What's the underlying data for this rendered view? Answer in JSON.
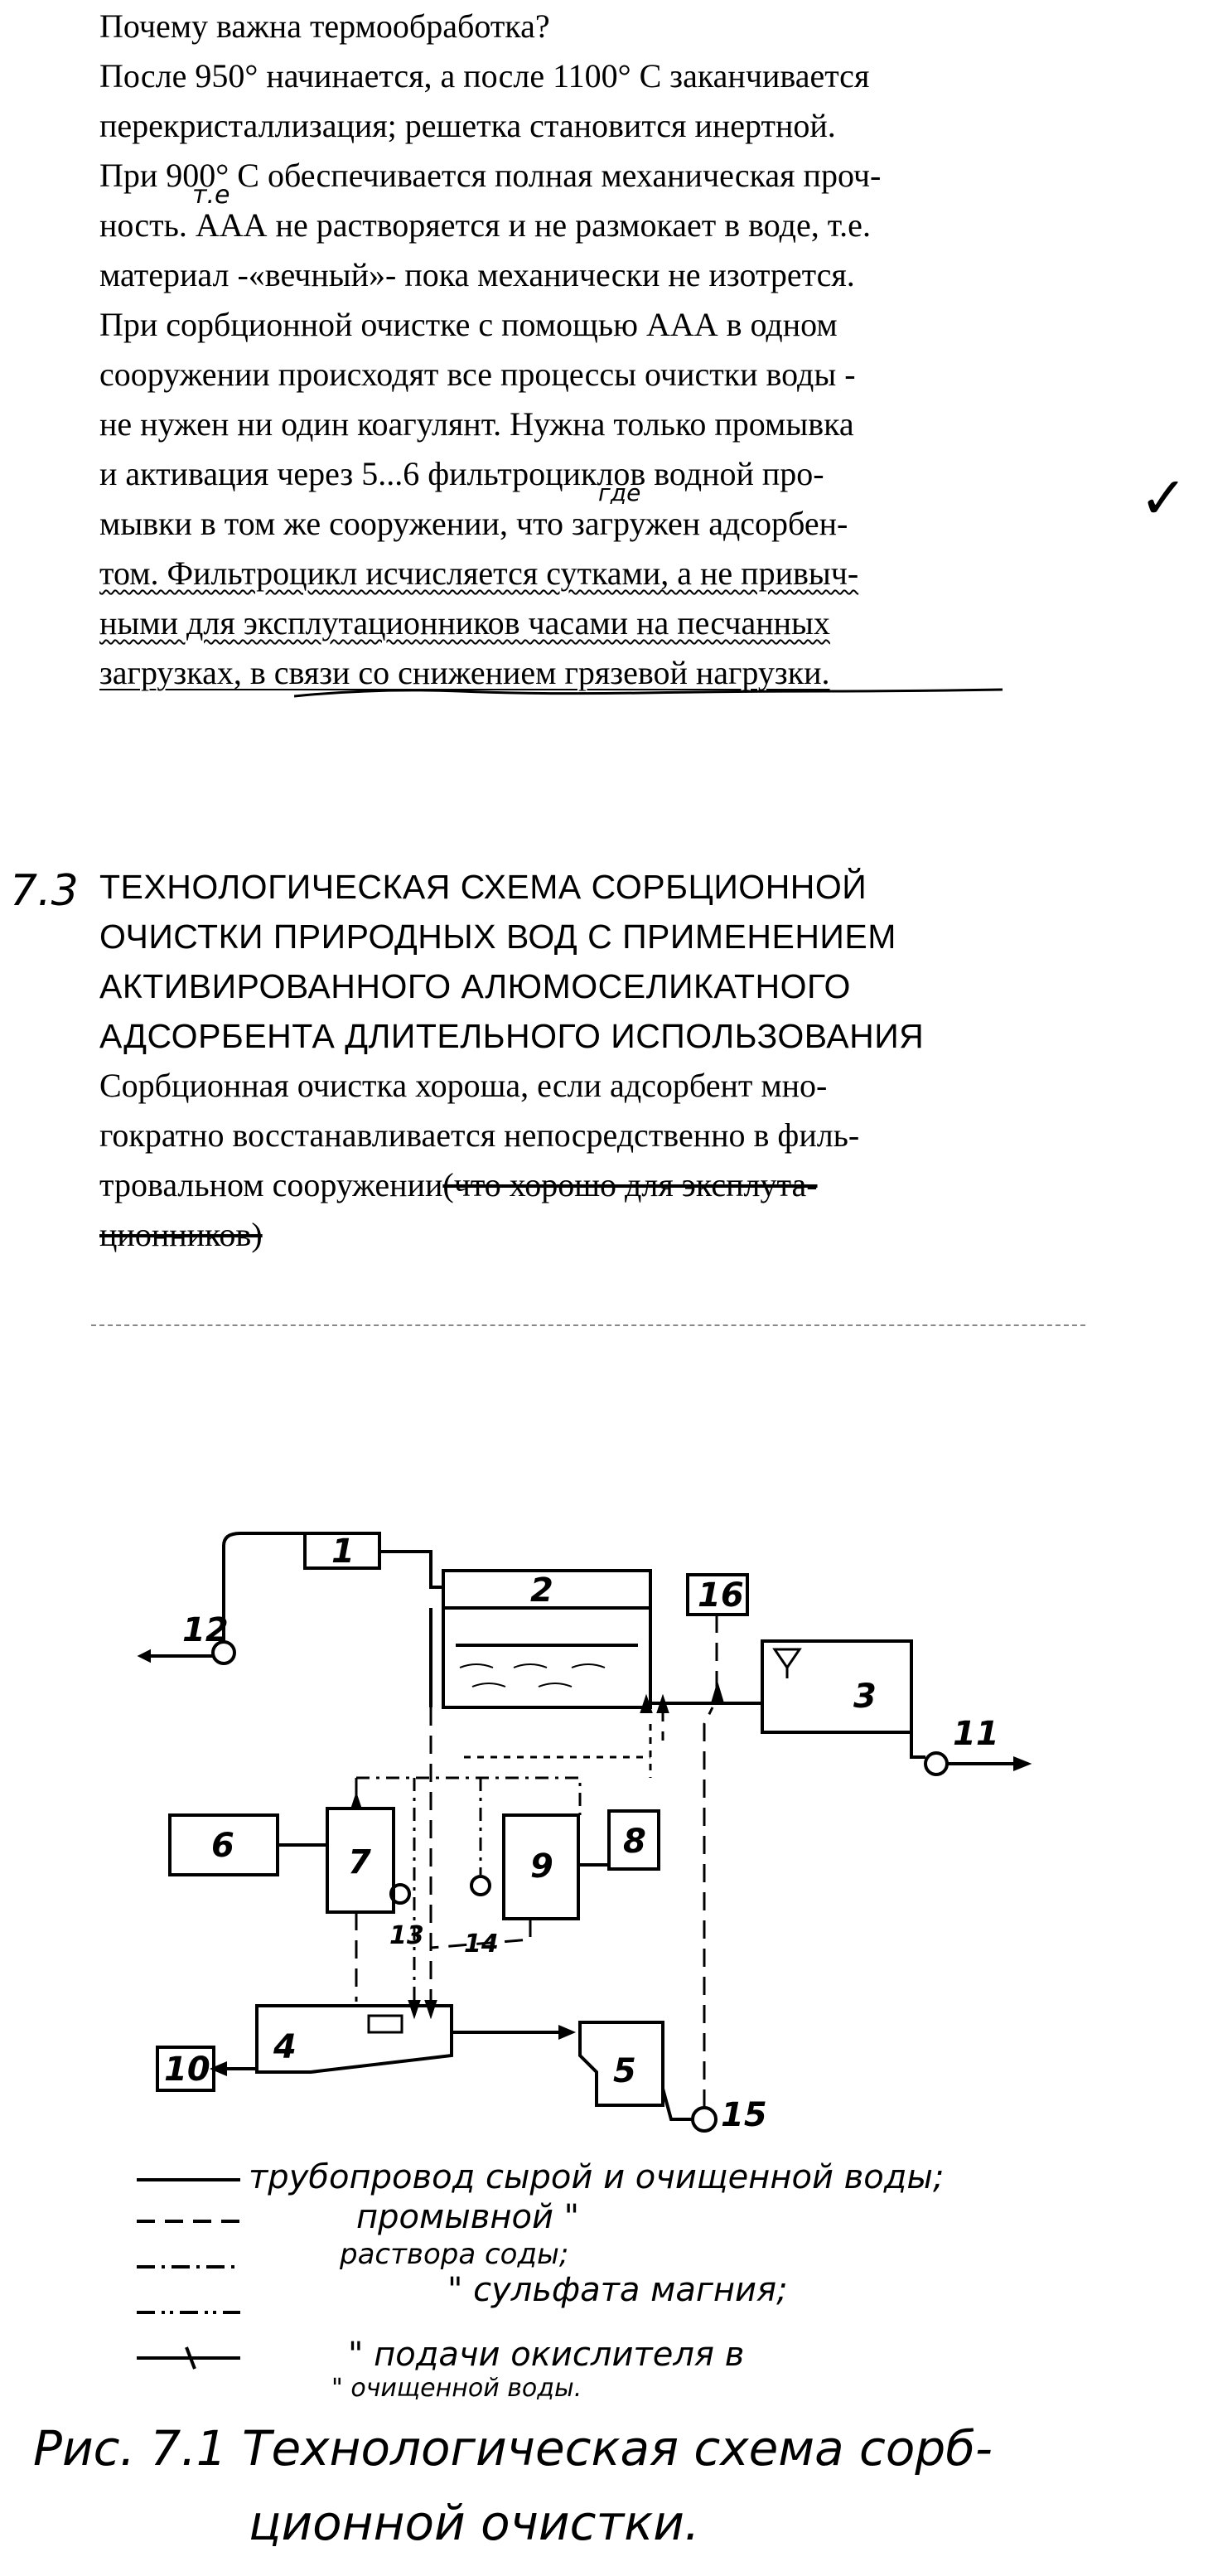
{
  "top_text": {
    "lines": [
      "Почему важна термообработка?",
      "После 950° начинается, а после 1100° С заканчивается",
      "перекристаллизация; решетка становится инертной.",
      "При 900° С обеспечивается полная механическая проч-",
      "ность. ААА не растворяется и не размокает в воде, т.е.",
      "материал -«вечный»- пока механически не изотрется.",
      "При сорбционной очистке с помощью ААА в одном",
      "сооружении происходят все процессы очистки воды -",
      "не нужен ни один коагулянт. Нужна только промывка",
      "и активация через 5...6 фильтроциклов водной про-",
      "мывки в том же сооружении, что загружен адсорбен-",
      "том. Фильтроцикл исчисляется сутками, а не привыч-",
      "ными для эксплутационников часами на песчанных",
      "загрузках, в связи со снижением грязевой нагрузки."
    ],
    "annotation_te": "т.е",
    "annotation_kuda": "где",
    "margin_mark": "✓"
  },
  "section": {
    "number": "7.3",
    "heading_lines": [
      "ТЕХНОЛОГИЧЕСКАЯ СХЕМА  СОРБЦИОННОЙ",
      "ОЧИСТКИ ПРИРОДНЫХ ВОД С ПРИМЕНЕНИЕМ",
      "АКТИВИРОВАННОГО  АЛЮМОСЕЛИКАТНОГО",
      "АДСОРБЕНТА ДЛИТЕЛЬНОГО ИСПОЛЬЗОВАНИЯ"
    ],
    "body_lines": [
      "   Сорбционная очистка хороша, если адсорбент мно-",
      "гократно восстанавливается непосредственно в филь-",
      "тровальном сооружении"
    ],
    "struck_1": "(что хорошо для эксплута-",
    "struck_2": "ционников)"
  },
  "diagram": {
    "labels": [
      "1",
      "2",
      "3",
      "4",
      "5",
      "6",
      "7",
      "8",
      "9",
      "10",
      "11",
      "12",
      "13",
      "14",
      "15",
      "16"
    ]
  },
  "legend": [
    "трубопровод сырой и очищенной воды;",
    "промывной     \"",
    "раствора соды;",
    "\"   сульфата магния;",
    "\" подачи окислителя в",
    "\" очищенной воды."
  ],
  "caption": {
    "line1": "Рис. 7.1 Технологическая схема сорб-",
    "line2": "ционной очистки."
  }
}
